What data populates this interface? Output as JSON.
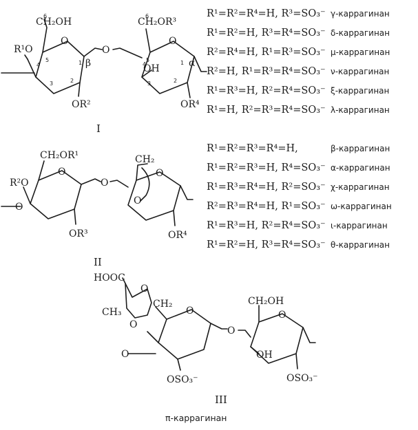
{
  "labels": {
    "I": "I",
    "II": "II",
    "III": "III",
    "pi_caption": "π-каррагинан"
  },
  "struct_I": {
    "ch2oh": "CH₂OH",
    "ch2or3": "CH₂OR³",
    "r1o": "R¹O",
    "or2": "OR²",
    "or4": "OR⁴",
    "oh": "OH",
    "bridge_o": "O",
    "ring_o1": "O",
    "ring_o2": "O",
    "beta": "β",
    "alpha": "α",
    "c6a": "6",
    "c5a": "5",
    "c4a": "4",
    "c3a": "3",
    "c2a": "2",
    "c1a": "1",
    "c6b": "6",
    "c5b": "5",
    "c4b": "4",
    "c3b": "3",
    "c2b": "2",
    "c1b": "1"
  },
  "struct_II": {
    "ch2or1": "CH₂OR¹",
    "ch2": "CH₂",
    "r2o": "R²O",
    "or3": "OR³",
    "or4": "OR⁴",
    "bridge_o": "O",
    "ring_o1": "O",
    "ring_o2": "O",
    "anhydro_o": "O",
    "left_o": "O"
  },
  "struct_III": {
    "hooc": "HOOC",
    "ch3": "CH₃",
    "ch2": "CH₂",
    "ch2oh": "CH₂OH",
    "oso3_a": "OSO₃⁻",
    "oso3_b": "OSO₃⁻",
    "oh": "OH",
    "bridge_o": "O",
    "ring_o1": "O",
    "ring_o2": "O",
    "acetal_o1": "O",
    "acetal_o2": "O",
    "left_o": "O"
  },
  "table_I": [
    {
      "formula": "R¹=R²=R⁴=H, R³=SO₃⁻",
      "name": "γ-каррагинан"
    },
    {
      "formula": "R¹=R²=H, R³=R⁴=SO₃⁻",
      "name": "δ-каррагинан"
    },
    {
      "formula": "R²=R⁴=H, R¹=R³=SO₃⁻",
      "name": "μ-каррагинан"
    },
    {
      "formula": "R²=H, R¹=R³=R⁴=SO₃⁻",
      "name": "ν-каррагинан"
    },
    {
      "formula": "R¹=R³=H, R²=R⁴=SO₃⁻",
      "name": "ξ-каррагинан"
    },
    {
      "formula": "R¹=H, R²=R³=R⁴=SO₃⁻",
      "name": "λ-каррагинан"
    }
  ],
  "table_II": [
    {
      "formula": "R¹=R²=R³=R⁴=H,",
      "name": "β-каррагинан"
    },
    {
      "formula": "R¹=R²=R³=H, R⁴=SO₃⁻",
      "name": "α-каррагинан"
    },
    {
      "formula": "R¹=R³=R⁴=H, R²=SO₃⁻",
      "name": "χ-каррагинан"
    },
    {
      "formula": "R²=R³=R⁴=H, R¹=SO₃⁻",
      "name": "ω-каррагинан"
    },
    {
      "formula": "R¹=R³=H, R²=R⁴=SO₃⁻",
      "name": "ι-каррагинан"
    },
    {
      "formula": "R¹=R²=H, R³=R⁴=SO₃⁻",
      "name": "θ-каррагинан"
    }
  ]
}
